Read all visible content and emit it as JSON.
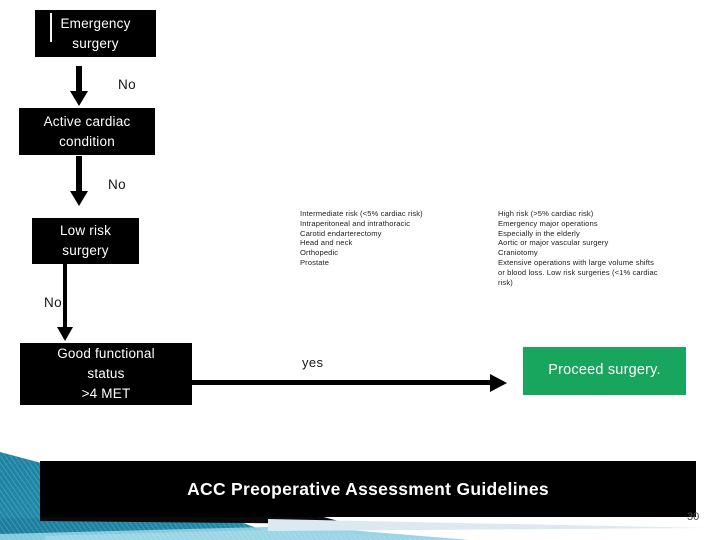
{
  "flowchart": {
    "nodes": {
      "emergency": {
        "lines": [
          "Emergency",
          "surgery"
        ]
      },
      "active_cardiac": {
        "lines": [
          "Active cardiac",
          "condition"
        ]
      },
      "low_risk": {
        "lines": [
          "Low risk",
          "surgery"
        ]
      },
      "good_functional": {
        "lines": [
          "Good functional",
          "status",
          ">4 MET"
        ]
      },
      "proceed": {
        "label": "Proceed surgery."
      }
    },
    "edge_labels": {
      "no_1": "No",
      "no_2": "No",
      "no_3": "No",
      "yes": "yes"
    }
  },
  "annotations": {
    "intermediate_risk": {
      "lines": [
        "Intermediate risk (<5% cardiac risk)",
        "Intraperitoneal and intrathoracic",
        "Carotid endarterectomy",
        "Head and neck",
        "Orthopedic",
        "Prostate"
      ]
    },
    "high_risk": {
      "lines": [
        "High risk (>5% cardiac risk)",
        "Emergency major operations",
        "Especially in the elderly",
        "Aortic or major vascular surgery",
        "Craniotomy",
        "Extensive operations with large volume shifts",
        "or blood loss. Low risk surgeries (<1% cardiac",
        "risk)"
      ]
    }
  },
  "footer": {
    "title": "ACC Preoperative Assessment Guidelines",
    "page_number": "30"
  },
  "palette": {
    "node_bg": "#000000",
    "node_text": "#ffffff",
    "proceed_green": "#18a55e",
    "footer_text": "#ffffff",
    "teal_dark": "#13708e",
    "teal_mid": "#2f9fc1",
    "teal_light": "#8fd0e2",
    "pale_blue": "#dce9f0"
  }
}
